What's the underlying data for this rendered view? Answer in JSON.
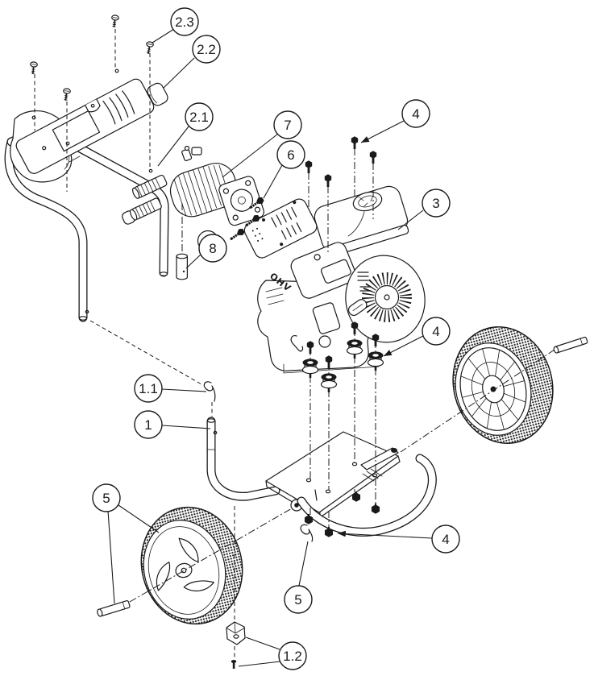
{
  "figure": {
    "background": "#ffffff",
    "line_color": "#1a1a1a",
    "engine_marking": "OHV"
  },
  "callouts": [
    {
      "label": "2.3",
      "points_to": "panel-screw"
    },
    {
      "label": "2.2",
      "points_to": "handle-end-bumper"
    },
    {
      "label": "2.1",
      "points_to": "upper-handle"
    },
    {
      "label": "7",
      "points_to": "pump"
    },
    {
      "label": "6",
      "points_to": "pump-mounting-bolt"
    },
    {
      "label": "4",
      "points_to": "engine-bolt"
    },
    {
      "label": "3",
      "points_to": "engine"
    },
    {
      "label": "8",
      "points_to": "spacer-tube"
    },
    {
      "label": "4",
      "points_to": "vibration-isolator"
    },
    {
      "label": "1.1",
      "points_to": "hitch-pin-clip"
    },
    {
      "label": "1",
      "points_to": "frame-leg-tube"
    },
    {
      "label": "5",
      "points_to": "left-wheel-and-axle-pin"
    },
    {
      "label": "4",
      "points_to": "flange-nut"
    },
    {
      "label": "5",
      "points_to": "axle-clip"
    },
    {
      "label": "1.2",
      "points_to": "rubber-foot-and-screw"
    }
  ]
}
